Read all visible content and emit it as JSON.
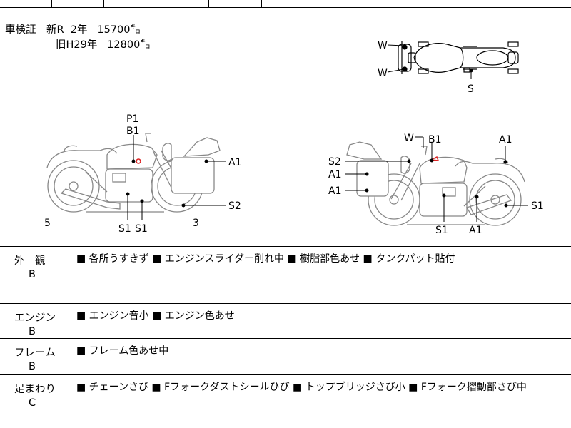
{
  "inspection": {
    "label": "車検証",
    "new_line": "新R  2年   15700㌔",
    "old_line": "旧H29年   12800㌔"
  },
  "diagram_labels": {
    "left_bike": {
      "p1": "P1",
      "b1": "B1",
      "a1": "A1",
      "s2": "S2",
      "s1_a": "S1",
      "s1_b": "S1",
      "num5": "5",
      "num3": "3"
    },
    "right_bike": {
      "w": "W",
      "b1": "B1",
      "a1_top": "A1",
      "s2": "S2",
      "a1_mid": "A1",
      "a1_low": "A1",
      "s1_right": "S1",
      "s1_bottom": "S1",
      "a1_bottom": "A1"
    },
    "top_view": {
      "w_top": "W",
      "w_bottom": "W",
      "s": "S"
    }
  },
  "condition_sections": [
    {
      "category": "外　観",
      "grade": "B",
      "remarks": "■ 各所うすきず ■ エンジンスライダー削れ中 ■ 樹脂部色あせ ■ タンクパット貼付"
    },
    {
      "category": "エンジン",
      "grade": "B",
      "remarks": "■ エンジン音小 ■ エンジン色あせ"
    },
    {
      "category": "フレーム",
      "grade": "B",
      "remarks": "■ フレーム色あせ中"
    },
    {
      "category": "足まわり",
      "grade": "C",
      "remarks": "■ チェーンさび ■ Fフォークダストシールひび ■ トップブリッジさび小 ■ Fフォーク摺動部さび中"
    }
  ]
}
